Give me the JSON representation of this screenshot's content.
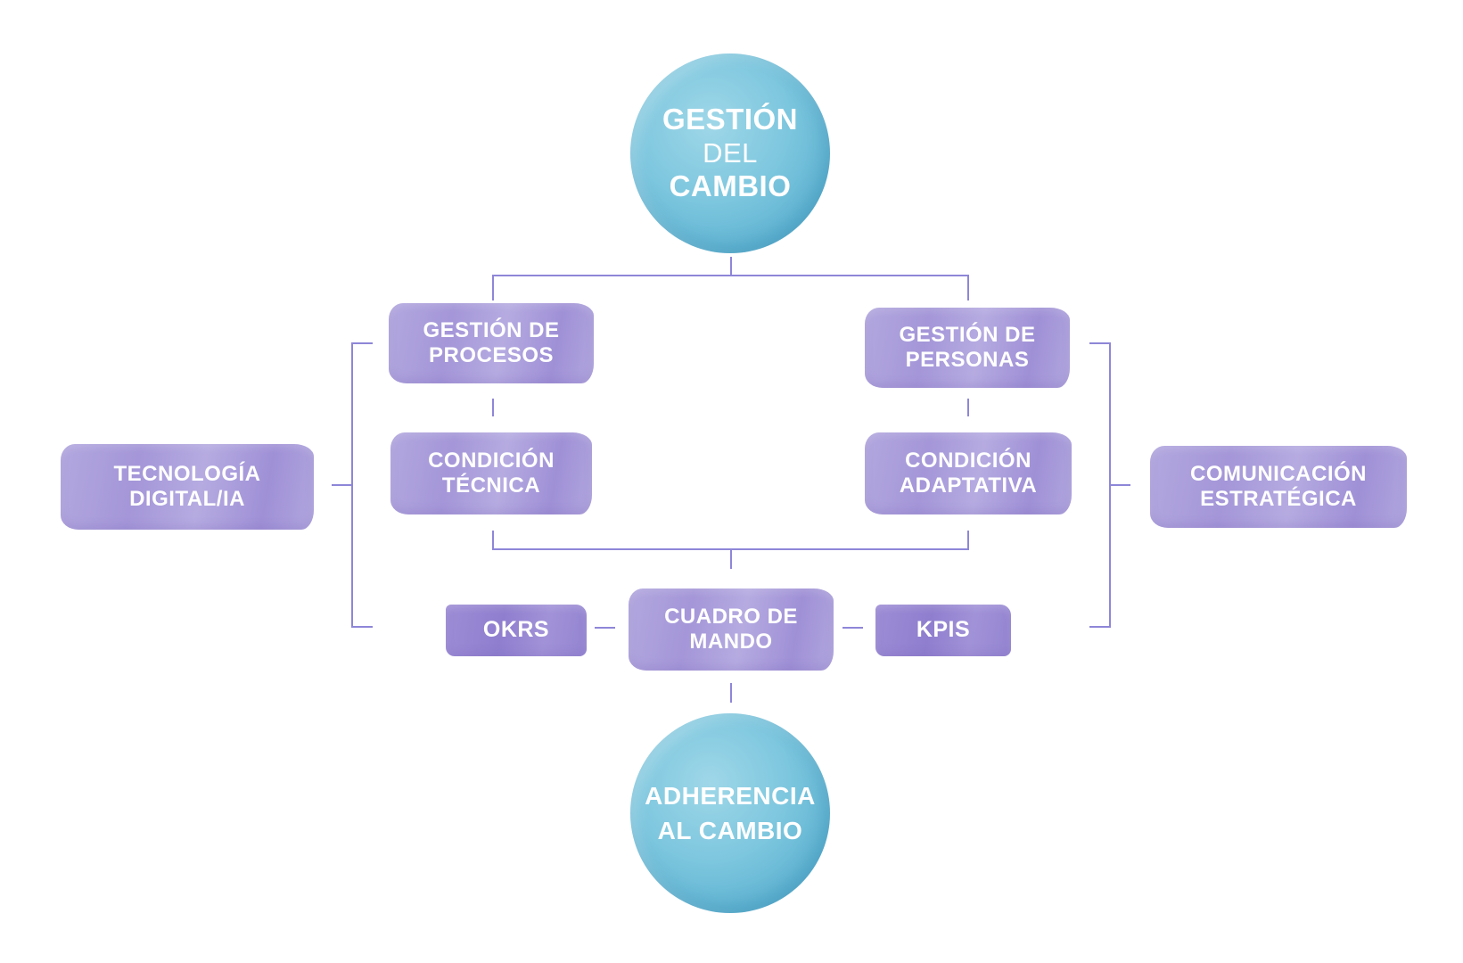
{
  "diagram": {
    "colors": {
      "circle": "#7cc6de",
      "box": "#a99bdb",
      "box_dark": "#9585d2",
      "connector": "#8e86d8",
      "text": "#ffffff"
    },
    "top_circle": {
      "line1": "GESTIÓN",
      "line2": "DEL",
      "line3": "CAMBIO"
    },
    "gestion_procesos": {
      "line1": "GESTIÓN DE",
      "line2": "PROCESOS"
    },
    "gestion_personas": {
      "line1": "GESTIÓN DE",
      "line2": "PERSONAS"
    },
    "condicion_tecnica": {
      "line1": "CONDICIÓN",
      "line2": "TÉCNICA"
    },
    "condicion_adaptativa": {
      "line1": "CONDICIÓN",
      "line2": "ADAPTATIVA"
    },
    "tecnologia": {
      "line1": "TECNOLOGÍA",
      "line2": "DIGITAL/IA"
    },
    "comunicacion": {
      "line1": "COMUNICACIÓN",
      "line2": "ESTRATÉGICA"
    },
    "cuadro_mando": {
      "line1": "CUADRO DE",
      "line2": "MANDO"
    },
    "okrs": {
      "label": "OKRS"
    },
    "kpis": {
      "label": "KPIS"
    },
    "bottom_circle": {
      "line1": "ADHERENCIA",
      "line2": "AL CAMBIO"
    }
  }
}
